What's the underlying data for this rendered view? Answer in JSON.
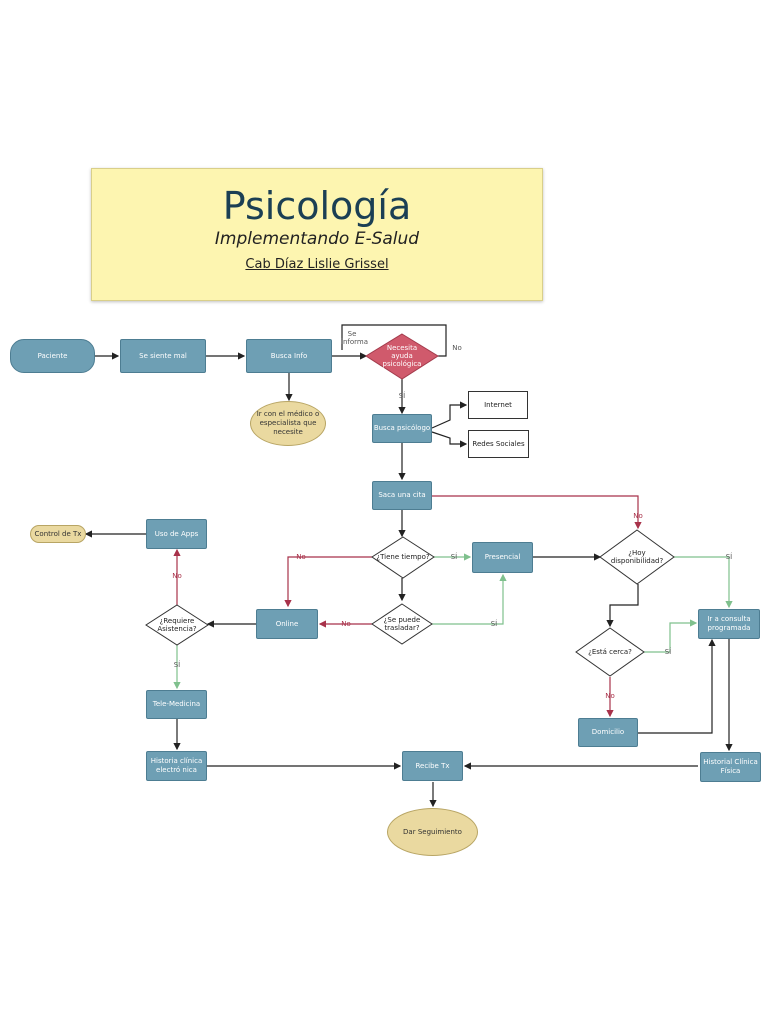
{
  "header": {
    "title": "Psicología",
    "subtitle": "Implementando E-Salud",
    "author": "Cab Díaz Lislie Grissel"
  },
  "colors": {
    "process_fill": "#6e9fb4",
    "decision_red": "#d05a6c",
    "terminator_fill": "#ead9a0",
    "title_fill": "#fdf5b0",
    "arrow_red": "#a8324a",
    "arrow_green": "#7fc08d",
    "arrow_dark": "#222222"
  },
  "nodes": {
    "paciente": "Paciente",
    "se_siente_mal": "Se siente mal",
    "busca_info": "Busca Info",
    "necesita_ayuda": "Necesita ayuda psicológica",
    "ir_medico": "Ir con el médico o especialista que necesite",
    "busca_psicologo": "Busca psicólogo",
    "internet": "Internet",
    "redes_sociales": "Redes Sociales",
    "saca_cita": "Saca una cita",
    "control_tx": "Control de Tx",
    "uso_apps": "Uso de Apps",
    "tiene_tiempo": "¿Tiene tiempo?",
    "presencial": "Presencial",
    "hay_disponibilidad": "¿Hoy disponibilidad?",
    "requiere_asistencia": "¿Requiere Asistencia?",
    "online": "Online",
    "se_puede_trasladar": "¿Se puede trasladar?",
    "ir_consulta": "Ir a consulta programada",
    "esta_cerca": "¿Está cerca?",
    "tele_medicina": "Tele-Medicina",
    "domicilio": "Domicilio",
    "hc_electronica": "Historia clínica electró nica",
    "recibe_tx": "Recibe Tx",
    "hc_fisica": "Historial Clínica Física",
    "dar_seguimiento": "Dar Seguimiento"
  },
  "edge_labels": {
    "se_informa": "Se informa",
    "no_loop": "No",
    "si_ayuda": "SÍ",
    "no_cita": "No",
    "no_tiempo": "No",
    "si_tiempo": "SÍ",
    "no_asistencia": "No",
    "no_trasladar": "No",
    "si_trasladar": "SÍ",
    "si_disponibilidad": "SÍ",
    "si_cerca": "SÍ",
    "si_asistencia": "SÍ",
    "no_cerca": "No"
  }
}
